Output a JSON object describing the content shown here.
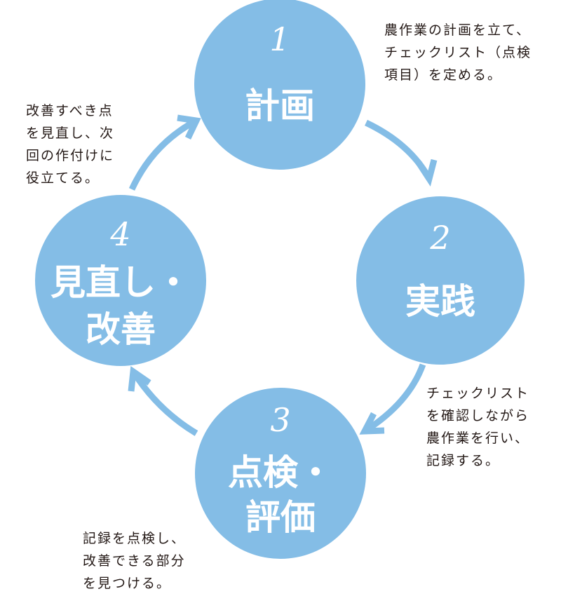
{
  "colors": {
    "circle_fill": "#84bde6",
    "arrow": "#84bde6",
    "circle_text": "#ffffff",
    "note_text": "#231815"
  },
  "steps": [
    {
      "number": "1",
      "title_lines": [
        "計画"
      ],
      "note_lines": [
        "農作業の計画を立て、",
        "チェックリスト（点検",
        "項目）を定める。"
      ]
    },
    {
      "number": "2",
      "title_lines": [
        "実践"
      ],
      "note_lines": [
        "チェックリスト",
        "を確認しながら",
        "農作業を行い、",
        "記録する。"
      ]
    },
    {
      "number": "3",
      "title_lines": [
        "点検・",
        "評価"
      ],
      "note_lines": [
        "記録を点検し、",
        "改善できる部分",
        "を見つける。"
      ]
    },
    {
      "number": "4",
      "title_lines": [
        "見直し・",
        "改善"
      ],
      "note_lines": [
        "改善すべき点",
        "を見直し、次",
        "回の作付けに",
        "役立てる。"
      ]
    }
  ]
}
